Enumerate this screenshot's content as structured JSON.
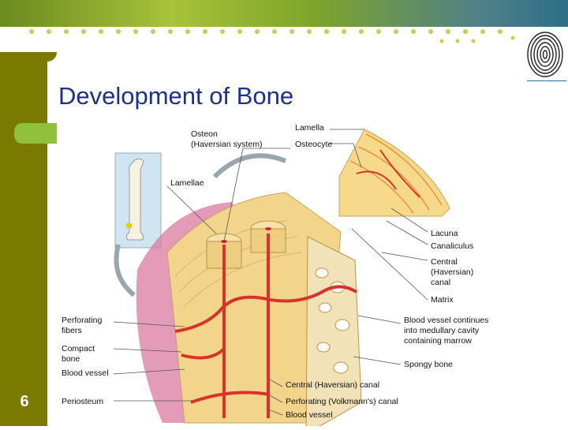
{
  "slide": {
    "title": "Development of Bone",
    "number": "6"
  },
  "diagram": {
    "labels": {
      "osteon": "Osteon\n(Haversian system)",
      "lamellae": "Lamellae",
      "lamella": "Lamella",
      "osteocyte": "Osteocyte",
      "lacuna": "Lacuna",
      "canaliculus": "Canaliculus",
      "central_haversian_canal_right": "Central\n(Haversian)\ncanal",
      "matrix": "Matrix",
      "perforating_fibers": "Perforating\nfibers",
      "compact_bone": "Compact\nbone",
      "blood_vessel_left": "Blood vessel",
      "periosteum": "Periosteum",
      "blood_vessel_continues": "Blood vessel continues\ninto medullary cavity\ncontaining marrow",
      "spongy_bone": "Spongy bone",
      "central_haversian_canal_bottom": "Central (Haversian) canal",
      "perforating_volkmanns_canal": "Perforating (Volkmann's) canal",
      "blood_vessel_bottom": "Blood vessel"
    }
  },
  "colors": {
    "sidebar": "#7a7a00",
    "title": "#1f2f8f",
    "bone": "#f2d58a",
    "vessel": "#d8322b",
    "periosteum": "#d97aa0"
  }
}
